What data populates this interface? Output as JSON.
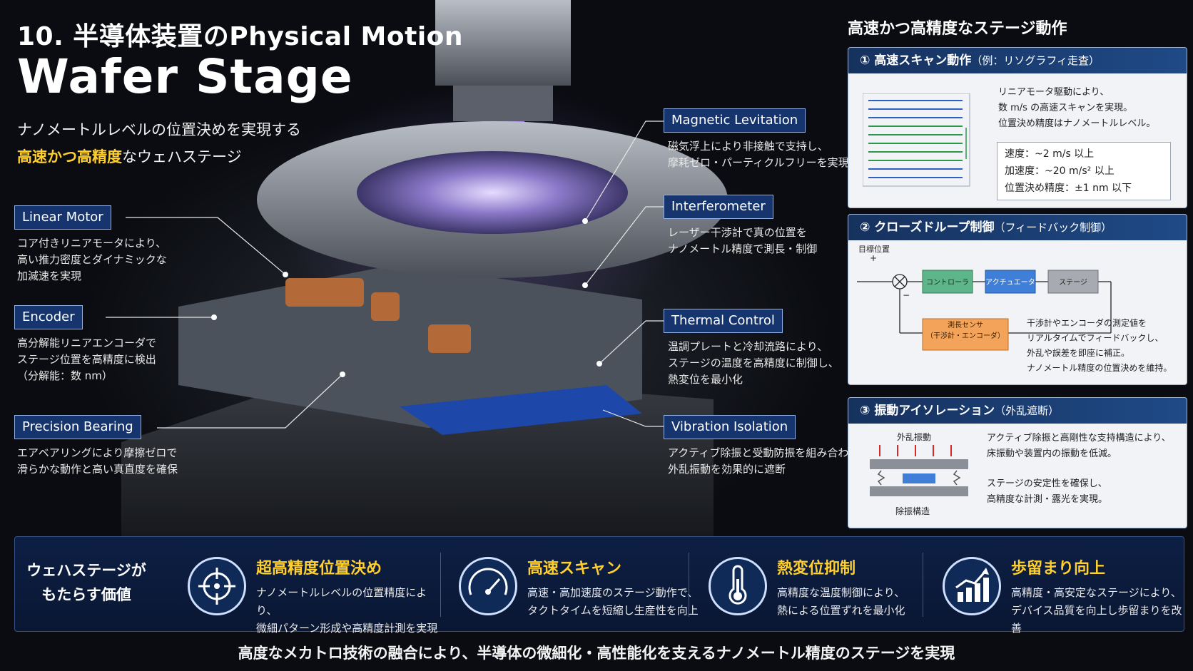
{
  "header": {
    "title_small": "10. 半導体装置のPhysical Motion",
    "title_big": "Wafer Stage",
    "subtitle_line1": "ナノメートルレベルの位置決めを実現する",
    "subtitle_line2_highlight": "高速かつ高精度",
    "subtitle_line2_rest": "なウェハステージ"
  },
  "callouts": {
    "linear_motor": {
      "label": "Linear Motor",
      "desc": "コア付きリニアモータにより、\n高い推力密度とダイナミックな\n加減速を実現"
    },
    "encoder": {
      "label": "Encoder",
      "desc": "高分解能リニアエンコーダで\nステージ位置を高精度に検出\n（分解能：数 nm）"
    },
    "precision_bearing": {
      "label": "Precision Bearing",
      "desc": "エアベアリングにより摩擦ゼロで\n滑らかな動作と高い真直度を確保"
    },
    "magnetic_levitation": {
      "label": "Magnetic Levitation",
      "desc": "磁気浮上により非接触で支持し、\n摩耗ゼロ・パーティクルフリーを実現"
    },
    "interferometer": {
      "label": "Interferometer",
      "desc": "レーザー干渉計で真の位置を\nナノメートル精度で測長・制御"
    },
    "thermal_control": {
      "label": "Thermal Control",
      "desc": "温調プレートと冷却流路により、\nステージの温度を高精度に制御し、\n熱変位を最小化"
    },
    "vibration_isolation": {
      "label": "Vibration Isolation",
      "desc": "アクティブ除振と受動防振を組み合わせ、\n外乱振動を効果的に遮断"
    }
  },
  "right": {
    "heading": "高速かつ高精度なステージ動作",
    "panel1": {
      "title": "① 高速スキャン動作",
      "title_sub": "（例：リソグラフィ走査）",
      "text": "リニアモータ駆動により、\n数 m/s の高速スキャンを実現。\n位置決め精度はナノメートルレベル。",
      "spec1": "速度：~2 m/s 以上",
      "spec2": "加速度：~20 m/s² 以上",
      "spec3": "位置決め精度：±1 nm 以下"
    },
    "panel2": {
      "title": "② クローズドループ制御",
      "title_sub": "（フィードバック制御）",
      "target_label": "目標位置",
      "plus": "+",
      "minus": "−",
      "controller": "コントローラ",
      "actuator": "アクチュエータ",
      "stage": "ステージ",
      "sensor_line1": "測長センサ",
      "sensor_line2": "（干渉計・エンコーダ）",
      "text": "干渉計やエンコーダの測定値を\nリアルタイムでフィードバックし、\n外乱や誤差を即座に補正。\nナノメートル精度の位置決めを維持。"
    },
    "panel3": {
      "title": "③ 振動アイソレーション",
      "title_sub": "（外乱遮断）",
      "disturbance_label": "外乱振動",
      "structure_label": "除振構造",
      "text1": "アクティブ除振と高剛性な支持構造により、\n床振動や装置内の振動を低減。",
      "text2": "ステージの安定性を確保し、\n高精度な計測・露光を実現。"
    }
  },
  "band": {
    "title": "ウェハステージが\nもたらす価値",
    "items": [
      {
        "icon": "crosshair-icon",
        "title": "超高精度位置決め",
        "desc": "ナノメートルレベルの位置精度により、\n微細パターン形成や高精度計測を実現"
      },
      {
        "icon": "speedometer-icon",
        "title": "高速スキャン",
        "desc": "高速・高加速度のステージ動作で、\nタクトタイムを短縮し生産性を向上"
      },
      {
        "icon": "thermometer-icon",
        "title": "熱変位抑制",
        "desc": "高精度な温度制御により、\n熱による位置ずれを最小化"
      },
      {
        "icon": "growth-chart-icon",
        "title": "歩留まり向上",
        "desc": "高精度・高安定なステージにより、\nデバイス品質を向上し歩留まりを改善"
      }
    ]
  },
  "footer": "高度なメカトロ技術の融合により、半導体の微細化・高性能化を支えるナノメートル精度のステージを実現",
  "colors": {
    "accent": "#ffcf2e",
    "callout_bg": "#16356e",
    "panel_head": "#16315e",
    "band_bg": "#0d1f44"
  }
}
